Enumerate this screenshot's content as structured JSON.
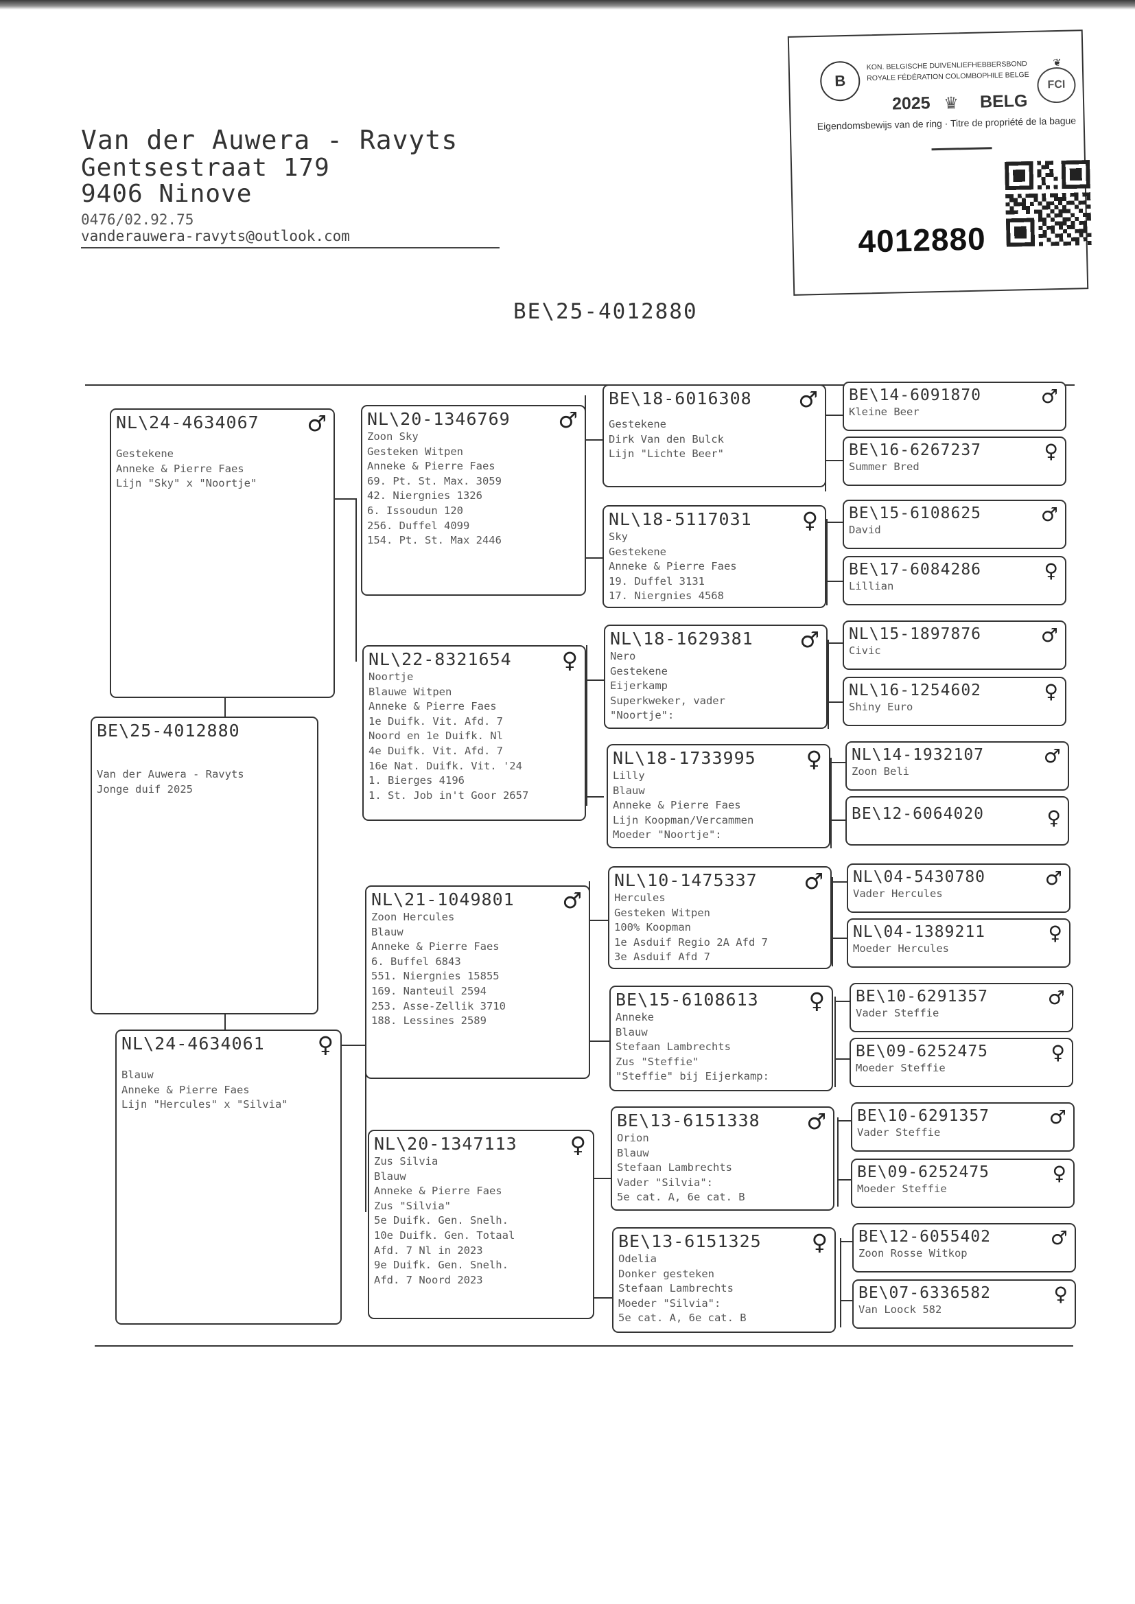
{
  "owner": {
    "name": "Van der Auwera - Ravyts",
    "street": "Gentsestraat 179",
    "city": "9406 Ninove",
    "phone": "0476/02.92.75",
    "email": "vanderauwera-ravyts@outlook.com"
  },
  "main_ring": "BE\\25-4012880",
  "card": {
    "federation_nl": "KON. BELGISCHE DUIVENLIEFHEBBERSBOND",
    "federation_fr": "ROYALE FÉDÉRATION COLOMBOPHILE BELGE",
    "logo_letter": "B",
    "globe_letters": "FCI",
    "year": "2025",
    "country": "BELG",
    "ownership_title": "Eigendomsbewijs van de ring · Titre de propriété de la bague",
    "ring_number": "4012880"
  },
  "symbols": {
    "male": "♂",
    "female": "♀"
  },
  "pedigree": {
    "subject": {
      "ring": "BE\\25-4012880",
      "lines": [
        "Van der Auwera - Ravyts",
        "Jonge duif 2025"
      ]
    },
    "sire": {
      "ring": "NL\\24-4634067",
      "sex": "♂",
      "lines": [
        "Gestekene",
        "Anneke & Pierre Faes",
        "Lijn \"Sky\" x \"Noortje\""
      ]
    },
    "dam": {
      "ring": "NL\\24-4634061",
      "sex": "♀",
      "lines": [
        "Blauw",
        "Anneke & Pierre Faes",
        "Lijn \"Hercules\" x \"Silvia\""
      ]
    },
    "gen2": [
      {
        "ring": "NL\\20-1346769",
        "sex": "♂",
        "lines": [
          "Zoon Sky",
          "Gesteken Witpen",
          "Anneke & Pierre Faes",
          "69. Pt. St. Max. 3059",
          "42. Niergnies 1326",
          "6. Issoudun 120",
          "256. Duffel 4099",
          "154. Pt. St. Max 2446"
        ]
      },
      {
        "ring": "NL\\22-8321654",
        "sex": "♀",
        "lines": [
          "Noortje",
          "Blauwe Witpen",
          "Anneke & Pierre Faes",
          "1e Duifk. Vit. Afd. 7",
          "Noord en 1e Duifk. Nl",
          "4e Duifk. Vit. Afd. 7",
          "16e Nat. Duifk. Vit. '24",
          "1. Bierges 4196",
          "1. St. Job in't Goor 2657"
        ]
      },
      {
        "ring": "NL\\21-1049801",
        "sex": "♂",
        "lines": [
          "Zoon Hercules",
          "Blauw",
          "Anneke & Pierre Faes",
          "6. Buffel 6843",
          "551. Niergnies 15855",
          "169. Nanteuil 2594",
          "253. Asse-Zellik 3710",
          "188. Lessines 2589"
        ]
      },
      {
        "ring": "NL\\20-1347113",
        "sex": "♀",
        "lines": [
          "Zus Silvia",
          "Blauw",
          "Anneke & Pierre Faes",
          "Zus \"Silvia\"",
          "5e Duifk. Gen. Snelh.",
          "10e Duifk. Gen. Totaal",
          "Afd. 7 Nl in 2023",
          "9e Duifk. Gen. Snelh.",
          "Afd. 7 Noord 2023"
        ]
      }
    ],
    "gen3": [
      {
        "ring": "BE\\18-6016308",
        "sex": "♂",
        "lines": [
          "Gestekene",
          "Dirk Van den Bulck",
          "Lijn \"Lichte Beer\""
        ]
      },
      {
        "ring": "NL\\18-5117031",
        "sex": "♀",
        "lines": [
          "Sky",
          "Gestekene",
          "Anneke & Pierre Faes",
          "19. Duffel 3131",
          "17. Niergnies 4568"
        ]
      },
      {
        "ring": "NL\\18-1629381",
        "sex": "♂",
        "lines": [
          "Nero",
          "Gestekene",
          "Eijerkamp",
          "Superkweker, vader",
          "\"Noortje\":"
        ]
      },
      {
        "ring": "NL\\18-1733995",
        "sex": "♀",
        "lines": [
          "Lilly",
          "Blauw",
          "Anneke & Pierre Faes",
          "Lijn Koopman/Vercammen",
          "Moeder \"Noortje\":"
        ]
      },
      {
        "ring": "NL\\10-1475337",
        "sex": "♂",
        "lines": [
          "Hercules",
          "Gesteken Witpen",
          "100% Koopman",
          "1e Asduif Regio 2A Afd 7",
          "3e Asduif Afd 7"
        ]
      },
      {
        "ring": "BE\\15-6108613",
        "sex": "♀",
        "lines": [
          "Anneke",
          "Blauw",
          "Stefaan Lambrechts",
          "Zus \"Steffie\"",
          "\"Steffie\" bij Eijerkamp:"
        ]
      },
      {
        "ring": "BE\\13-6151338",
        "sex": "♂",
        "lines": [
          "Orion",
          "Blauw",
          "Stefaan Lambrechts",
          "Vader \"Silvia\":",
          "5e cat. A, 6e cat. B"
        ]
      },
      {
        "ring": "BE\\13-6151325",
        "sex": "♀",
        "lines": [
          "Odelia",
          "Donker gesteken",
          "Stefaan Lambrechts",
          "Moeder \"Silvia\":",
          "5e cat. A, 6e cat. B"
        ]
      }
    ],
    "gen4": [
      {
        "ring": "BE\\14-6091870",
        "sex": "♂",
        "line": "Kleine Beer"
      },
      {
        "ring": "BE\\16-6267237",
        "sex": "♀",
        "line": "Summer Bred"
      },
      {
        "ring": "BE\\15-6108625",
        "sex": "♂",
        "line": "David"
      },
      {
        "ring": "BE\\17-6084286",
        "sex": "♀",
        "line": "Lillian"
      },
      {
        "ring": "NL\\15-1897876",
        "sex": "♂",
        "line": "Civic"
      },
      {
        "ring": "NL\\16-1254602",
        "sex": "♀",
        "line": "Shiny Euro"
      },
      {
        "ring": "NL\\14-1932107",
        "sex": "♂",
        "line": "Zoon Beli"
      },
      {
        "ring": "BE\\12-6064020",
        "sex": "♀",
        "line": ""
      },
      {
        "ring": "NL\\04-5430780",
        "sex": "♂",
        "line": "Vader Hercules"
      },
      {
        "ring": "NL\\04-1389211",
        "sex": "♀",
        "line": "Moeder Hercules"
      },
      {
        "ring": "BE\\10-6291357",
        "sex": "♂",
        "line": "Vader Steffie"
      },
      {
        "ring": "BE\\09-6252475",
        "sex": "♀",
        "line": "Moeder Steffie"
      },
      {
        "ring": "BE\\10-6291357",
        "sex": "♂",
        "line": "Vader Steffie"
      },
      {
        "ring": "BE\\09-6252475",
        "sex": "♀",
        "line": "Moeder Steffie"
      },
      {
        "ring": "BE\\12-6055402",
        "sex": "♂",
        "line": "Zoon Rosse Witkop"
      },
      {
        "ring": "BE\\07-6336582",
        "sex": "♀",
        "line": "Van Loock 582"
      }
    ]
  }
}
